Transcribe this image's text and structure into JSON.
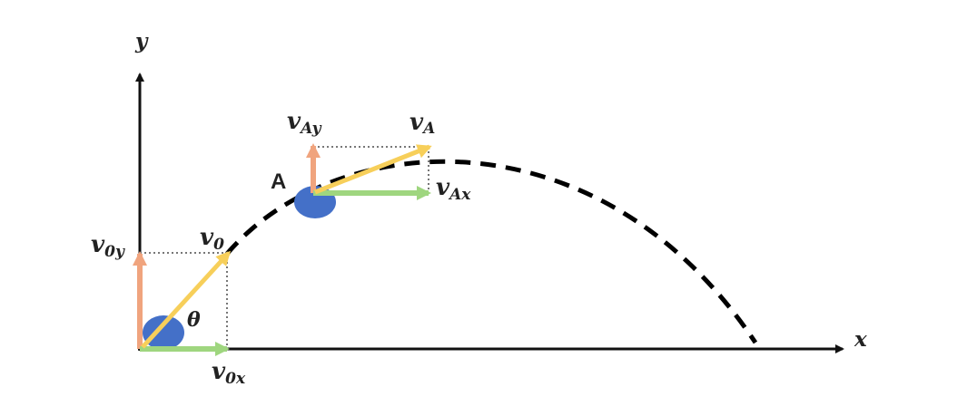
{
  "labels": {
    "y_axis": "y",
    "x_axis": "x",
    "v0": {
      "base": "v",
      "sub": "0"
    },
    "v0y": {
      "base": "v",
      "sub": "0y"
    },
    "v0x": {
      "base": "v",
      "sub": "0x"
    },
    "theta": "θ",
    "point_a": "A",
    "vA": {
      "base": "v",
      "sub": "A"
    },
    "vAy": {
      "base": "v",
      "sub": "Ay"
    },
    "vAx": {
      "base": "v",
      "sub": "Ax"
    }
  },
  "colors": {
    "axis": "#111111",
    "trajectory": "#000000",
    "velocity": "#f7cf5a",
    "vertical_component": "#f0a47e",
    "horizontal_component": "#9fd67f",
    "projectile": "#4470c8",
    "guide": "#777777"
  }
}
